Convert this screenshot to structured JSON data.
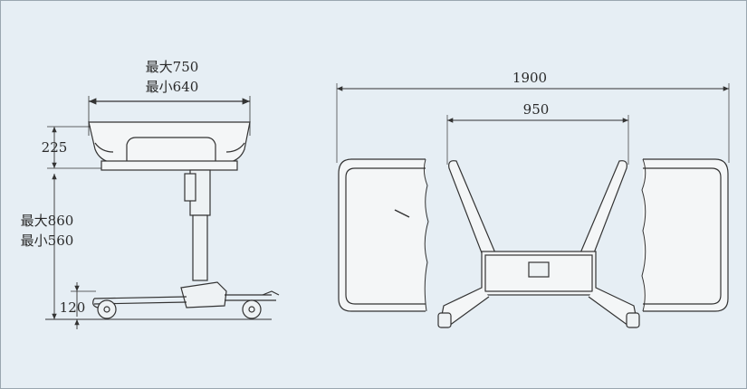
{
  "side_view": {
    "width_max": "最大750",
    "width_min": "最小640",
    "tray_depth": "225",
    "height_max": "最大860",
    "height_min": "最小560",
    "base_height": "120"
  },
  "front_view": {
    "total_width": "1900",
    "inner_width": "950"
  }
}
